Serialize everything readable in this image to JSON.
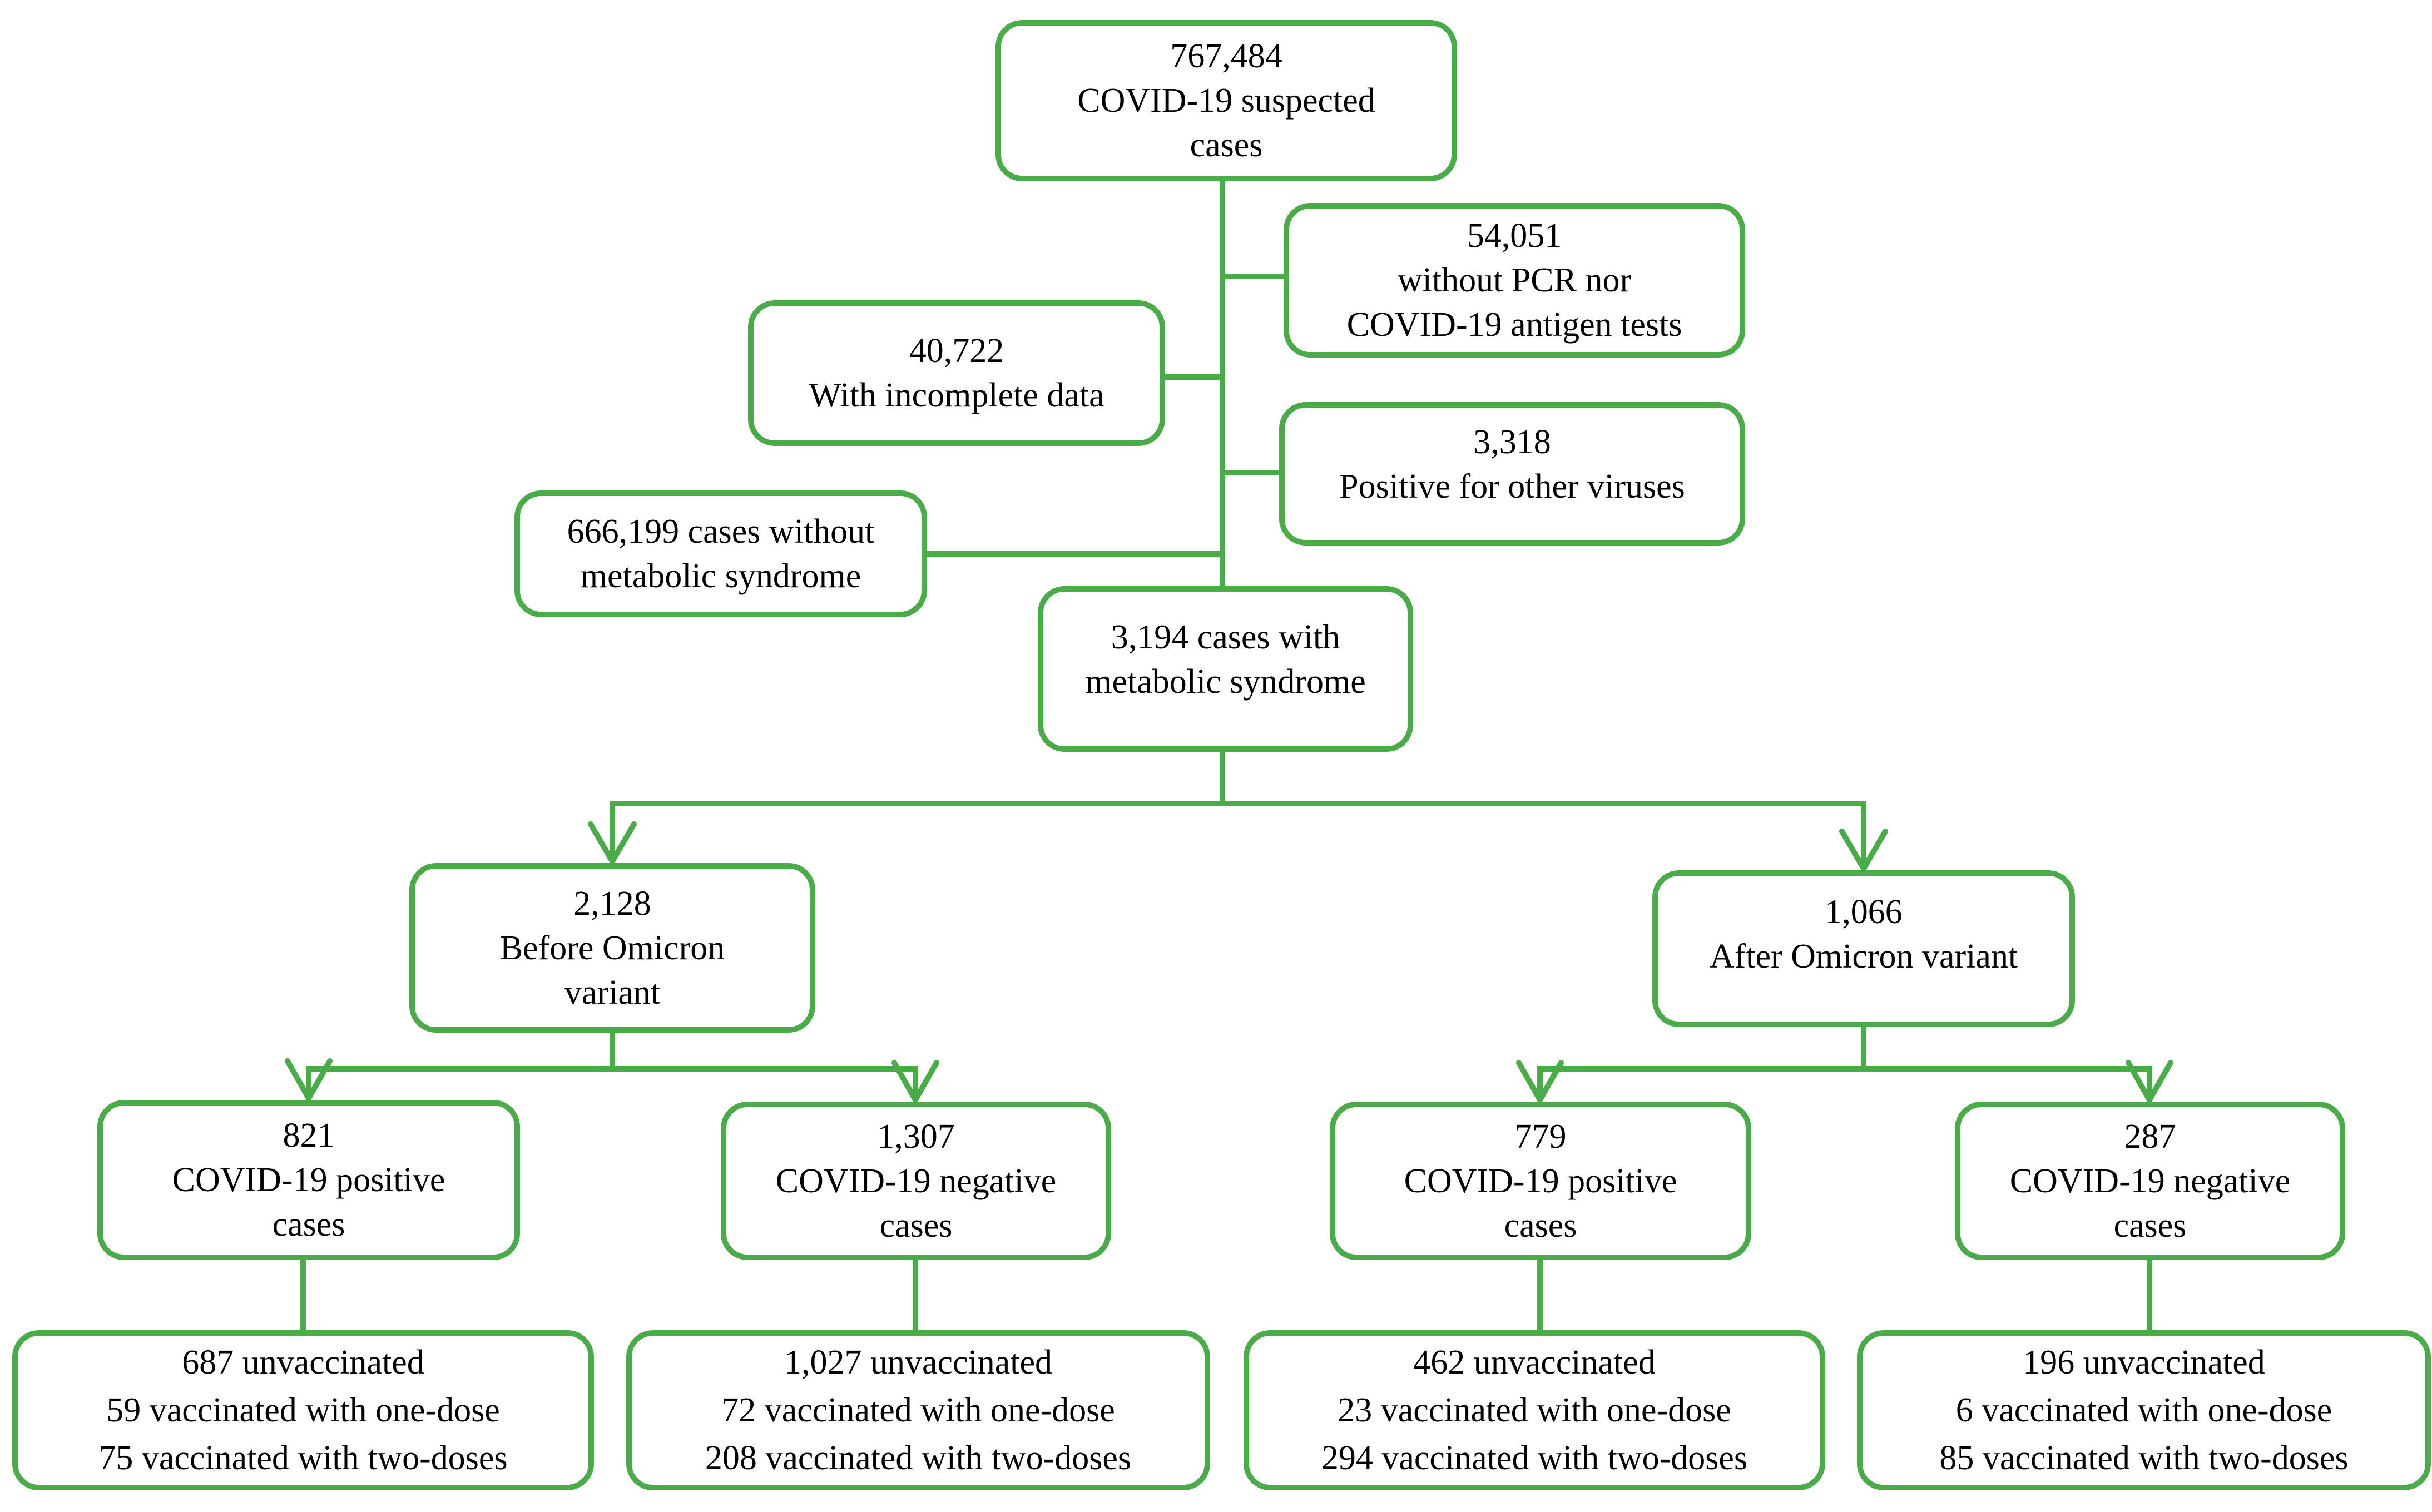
{
  "figure": {
    "background": "#ffffff",
    "accent_color": "#4aab49",
    "text_color": "#000000"
  },
  "boxes": {
    "suspected": {
      "lines": [
        "767,484",
        "COVID-19 suspected",
        "cases"
      ]
    },
    "no_tests": {
      "lines": [
        "54,051",
        "without PCR nor",
        "COVID-19 antigen tests"
      ]
    },
    "incomplete_data": {
      "lines": [
        "40,722",
        "With incomplete data"
      ]
    },
    "other_viruses": {
      "lines": [
        "3,318",
        "Positive for other viruses"
      ]
    },
    "without_mets": {
      "lines": [
        "666,199 cases without",
        "metabolic syndrome"
      ]
    },
    "with_mets": {
      "lines": [
        "3,194 cases with",
        "metabolic syndrome"
      ]
    },
    "before_omicron": {
      "lines": [
        "2,128",
        "Before Omicron",
        "variant"
      ]
    },
    "after_omicron": {
      "lines": [
        "1,066",
        "After Omicron variant"
      ]
    },
    "before_positive": {
      "lines": [
        "821",
        "COVID-19 positive",
        "cases"
      ]
    },
    "before_negative": {
      "lines": [
        "1,307",
        "COVID-19 negative",
        "cases"
      ]
    },
    "after_positive": {
      "lines": [
        "779",
        "COVID-19 positive",
        "cases"
      ]
    },
    "after_negative": {
      "lines": [
        "287",
        "COVID-19 negative",
        "cases"
      ]
    },
    "before_positive_vacc": {
      "lines": [
        "687 unvaccinated",
        "59 vaccinated with one-dose",
        "75 vaccinated with two-doses"
      ]
    },
    "before_negative_vacc": {
      "lines": [
        "1,027 unvaccinated",
        "72 vaccinated with one-dose",
        "208 vaccinated with two-doses"
      ]
    },
    "after_positive_vacc": {
      "lines": [
        "462 unvaccinated",
        "23 vaccinated with one-dose",
        "294 vaccinated with two-doses"
      ]
    },
    "after_negative_vacc": {
      "lines": [
        "196 unvaccinated",
        "6 vaccinated with one-dose",
        "85 vaccinated with two-doses"
      ]
    }
  }
}
